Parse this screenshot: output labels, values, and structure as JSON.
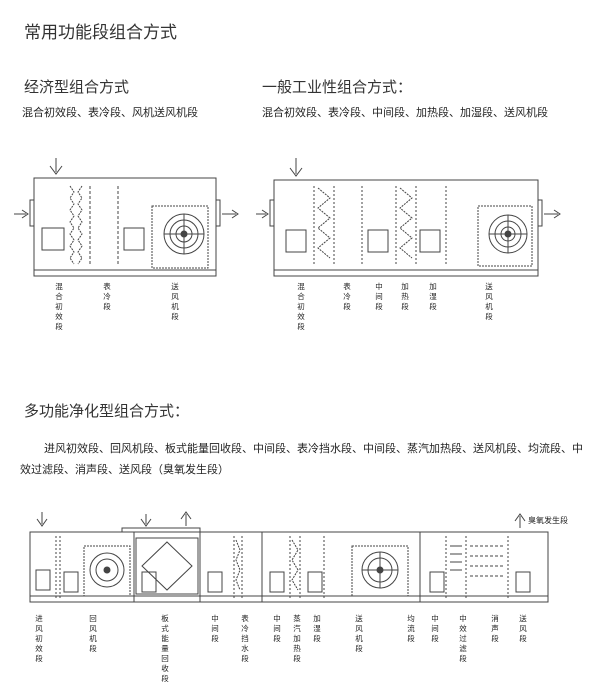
{
  "title": "常用功能段组合方式",
  "economy": {
    "heading": "经济型组合方式",
    "description": "混合初效段、表冷段、风机送风机段",
    "labels": [
      "混合初效段",
      "表冷段",
      "送风机段"
    ]
  },
  "industrial": {
    "heading": "一般工业性组合方式：",
    "description": "混合初效段、表冷段、中间段、加热段、加湿段、送风机段",
    "labels": [
      "混合初效段",
      "表冷段",
      "中间段",
      "加热段",
      "加湿段",
      "送风机段"
    ]
  },
  "multi": {
    "heading": "多功能净化型组合方式：",
    "description": "进风初效段、回风机段、板式能量回收段、中间段、表冷挡水段、中间段、蒸汽加热段、送风机段、均流段、中效过滤段、消声段、送风段（臭氧发生段）",
    "labels": [
      "进风初效段",
      "回风机段",
      "板式能量回收段",
      "中间段",
      "表冷挡水段",
      "中间段",
      "蒸汽加热段",
      "加湿段",
      "送风机段",
      "均流段",
      "中间段",
      "中效过滤段",
      "消声段",
      "送风段"
    ],
    "ozone_label": "臭氧发生段"
  },
  "icons": [
    "arrow-down-icon",
    "arrow-right-icon",
    "arrow-up-icon",
    "fan-icon",
    "access-door-icon"
  ],
  "colors": {
    "line": "#444444",
    "background": "#ffffff"
  }
}
